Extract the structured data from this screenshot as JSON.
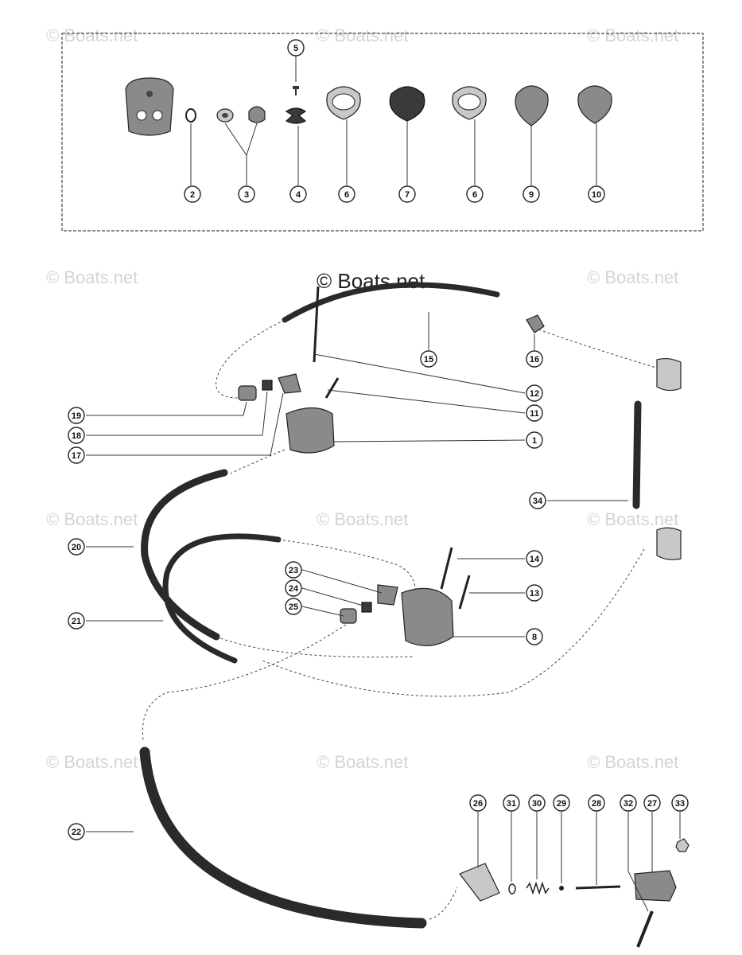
{
  "watermarks": {
    "small": "© Boats.net",
    "main": "© Boats.net"
  },
  "callouts": {
    "c1": "1",
    "c2": "2",
    "c3": "3",
    "c4": "4",
    "c5": "5",
    "c6a": "6",
    "c6b": "6",
    "c7": "7",
    "c8": "8",
    "c9": "9",
    "c10": "10",
    "c11": "11",
    "c12": "12",
    "c13": "13",
    "c14": "14",
    "c15": "15",
    "c16": "16",
    "c17": "17",
    "c18": "18",
    "c19": "19",
    "c20": "20",
    "c21": "21",
    "c22": "22",
    "c23": "23",
    "c24": "24",
    "c25": "25",
    "c26": "26",
    "c27": "27",
    "c28": "28",
    "c29": "29",
    "c30": "30",
    "c31": "31",
    "c32": "32",
    "c33": "33",
    "c34": "34"
  },
  "icons": {
    "part_shape": "diagram-part",
    "callout_shape": "numbered-callout-circle"
  }
}
